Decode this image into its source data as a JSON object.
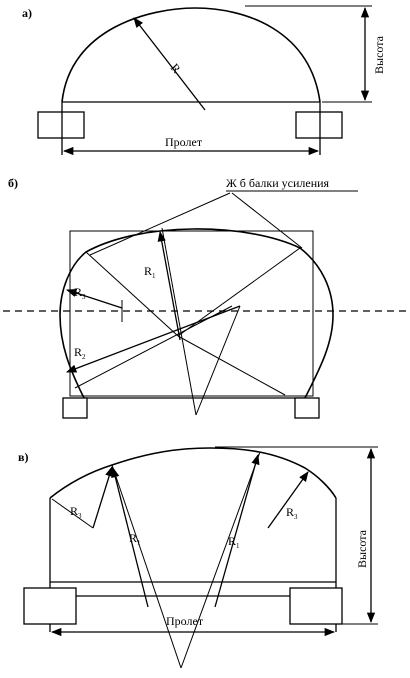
{
  "part_a": {
    "label": "а)",
    "radius": "R",
    "height": "Высота",
    "span": "Пролет"
  },
  "part_b": {
    "label": "б)",
    "beams": "Ж б  балки усиления",
    "r1": "R",
    "r1_sub": "1",
    "r2": "R",
    "r2_sub": "2",
    "r3": "R",
    "r3_sub": "3"
  },
  "part_v": {
    "label": "в)",
    "height": "Высота",
    "span": "Пролет",
    "r1_left": "R",
    "r1_left_sub": "1",
    "r1_right": "R",
    "r1_right_sub": "1",
    "r3_left": "R",
    "r3_left_sub": "3",
    "r3_right": "R",
    "r3_right_sub": "3"
  }
}
